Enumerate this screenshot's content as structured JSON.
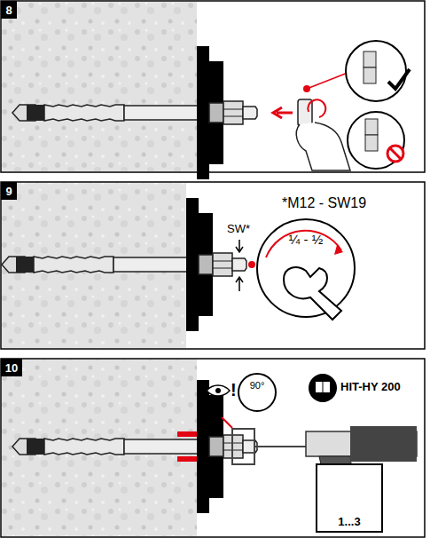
{
  "diagram": {
    "nodes": [
      {
        "text": [
          "8"
        ]
      },
      {
        "text": [
          "9"
        ]
      },
      {
        "text": [
          "10"
        ]
      },
      {
        "text": [
          "¼ - ½"
        ]
      },
      {
        "text": [
          "90°"
        ]
      },
      {
        "text": [
          "1...3"
        ]
      }
    ],
    "labels": [
      "*M12 - SW19",
      "SW*",
      "!",
      "HIT-HY 200"
    ]
  }
}
